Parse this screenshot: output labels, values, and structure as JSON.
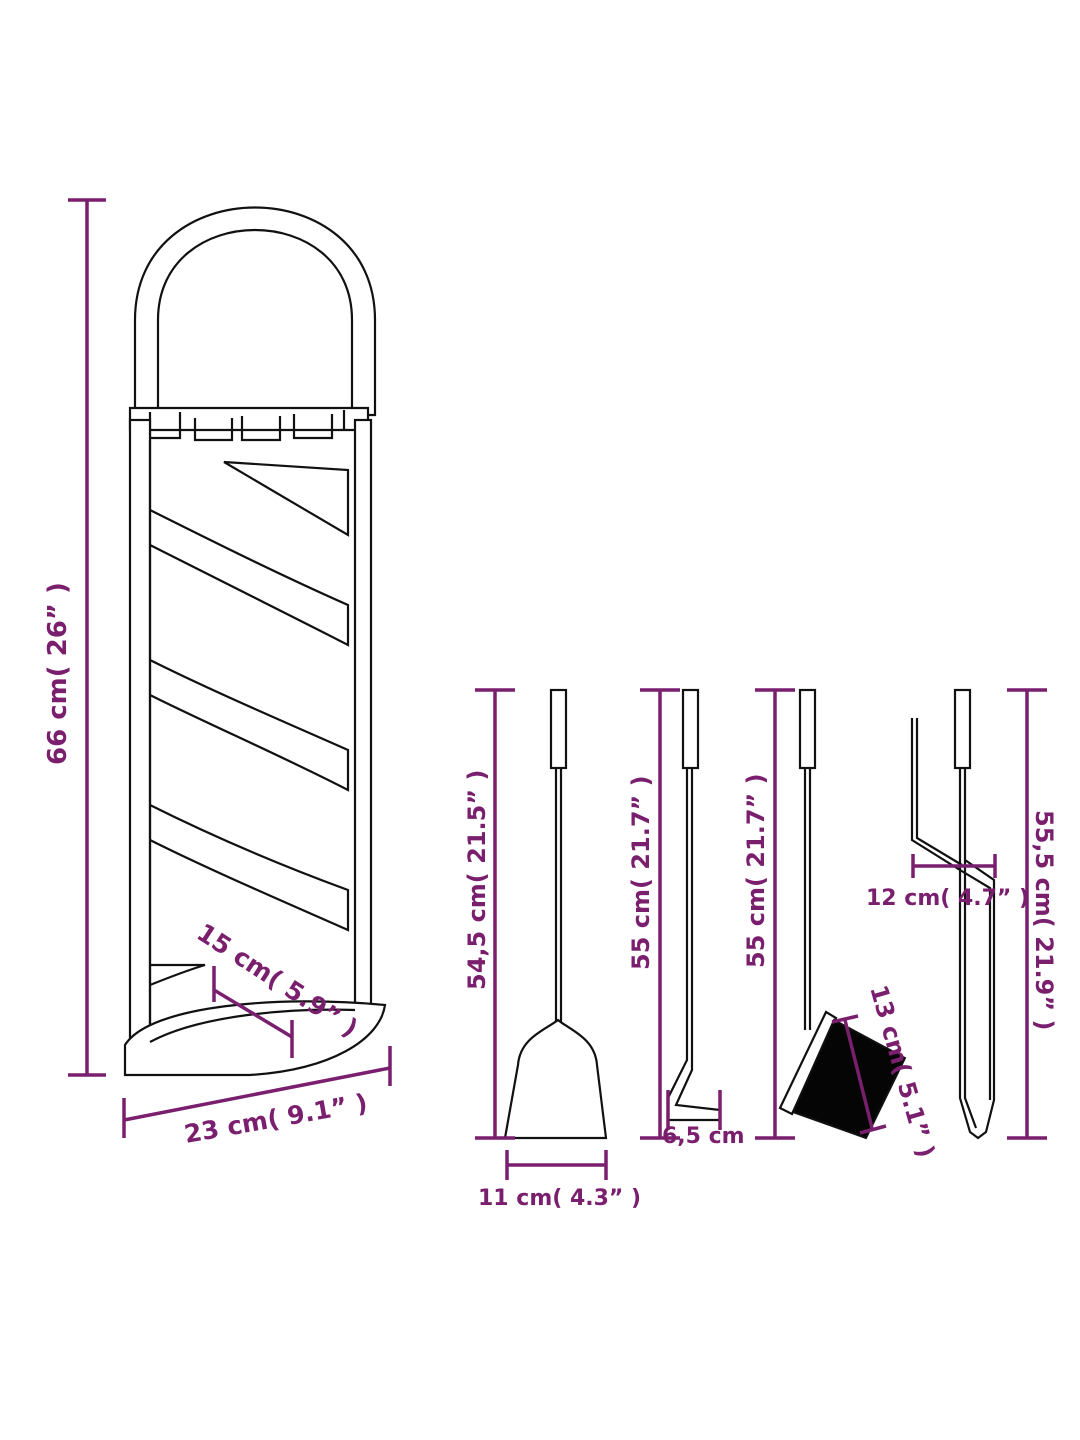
{
  "colors": {
    "dimension": "#7a1f6e",
    "outline": "#111111",
    "background": "#ffffff"
  },
  "stand": {
    "height_label": "66 cm( 26” )",
    "width_label": "23 cm( 9.1” )",
    "depth_label": "15 cm( 5.9” )"
  },
  "shovel": {
    "height_label": "54,5 cm( 21.5” )",
    "width_label": "11 cm( 4.3” )"
  },
  "poker": {
    "height_label": "55 cm( 21.7” )",
    "width_label": "6,5 cm"
  },
  "brush": {
    "height_label": "55 cm( 21.7” )",
    "width_label": "13 cm( 5.1” )"
  },
  "tongs": {
    "height_label": "55,5 cm( 21.9” )",
    "width_label": "12 cm( 4.7” )"
  }
}
